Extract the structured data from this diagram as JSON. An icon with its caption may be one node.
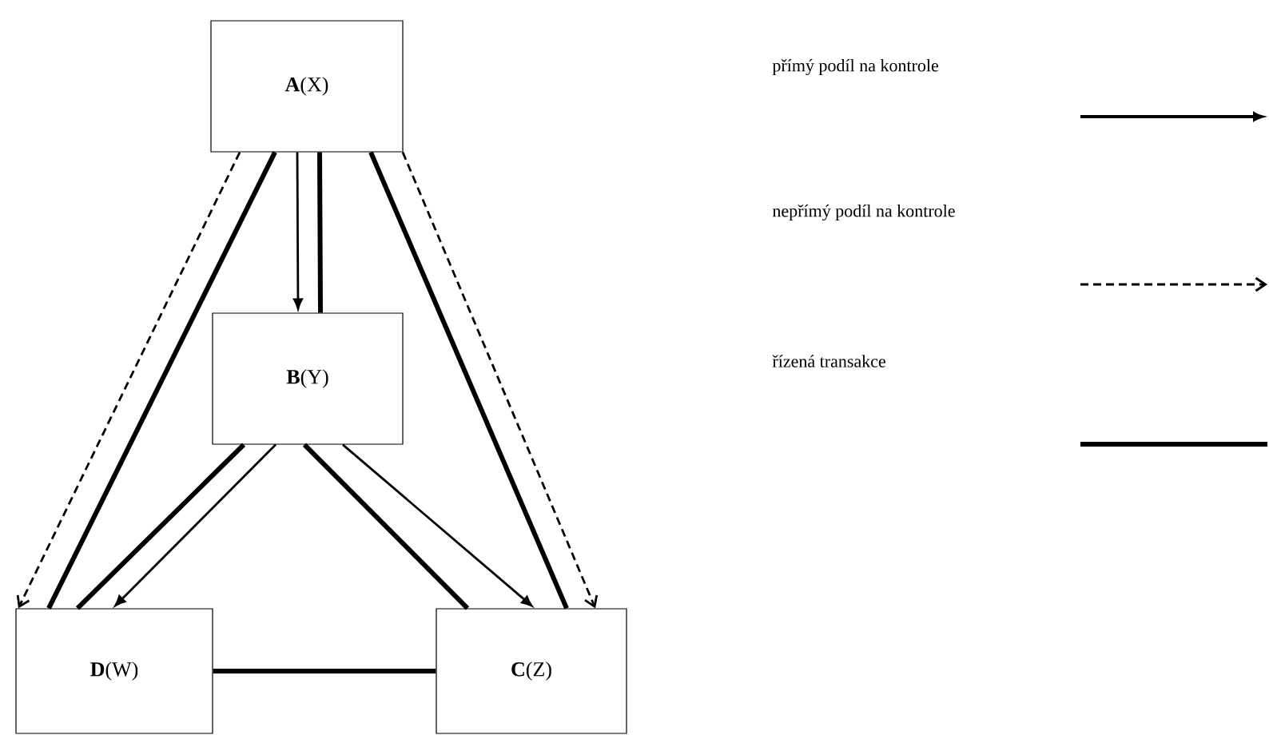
{
  "diagram": {
    "nodes": [
      {
        "text": [
          "**A**(X)"
        ]
      },
      {
        "text": [
          "**B**(Y)"
        ]
      },
      {
        "text": [
          "**D**(W)"
        ]
      },
      {
        "text": [
          "**C**(Z)"
        ]
      }
    ],
    "edges": [
      {
        "from": 0,
        "to": 1,
        "arrow": "to"
      },
      {
        "from": 0,
        "to": 1,
        "arrow": "none"
      },
      {
        "from": 0,
        "to": 2,
        "arrow": "to",
        "style": "dashed"
      },
      {
        "from": 0,
        "to": 2,
        "arrow": "none"
      },
      {
        "from": 0,
        "to": 3,
        "arrow": "to",
        "style": "dashed"
      },
      {
        "from": 0,
        "to": 3,
        "arrow": "none"
      },
      {
        "from": 1,
        "to": 2,
        "arrow": "to"
      },
      {
        "from": 1,
        "to": 2,
        "arrow": "none"
      },
      {
        "from": 1,
        "to": 3,
        "arrow": "to"
      },
      {
        "from": 1,
        "to": 3,
        "arrow": "none"
      },
      {
        "from": 2,
        "to": 3,
        "arrow": "none"
      }
    ],
    "legend": [
      {
        "text": "přímý podíl na kontrole"
      },
      {
        "text": "nepřímý podíl na kontrole"
      },
      {
        "text": "řízená transakce"
      }
    ]
  }
}
